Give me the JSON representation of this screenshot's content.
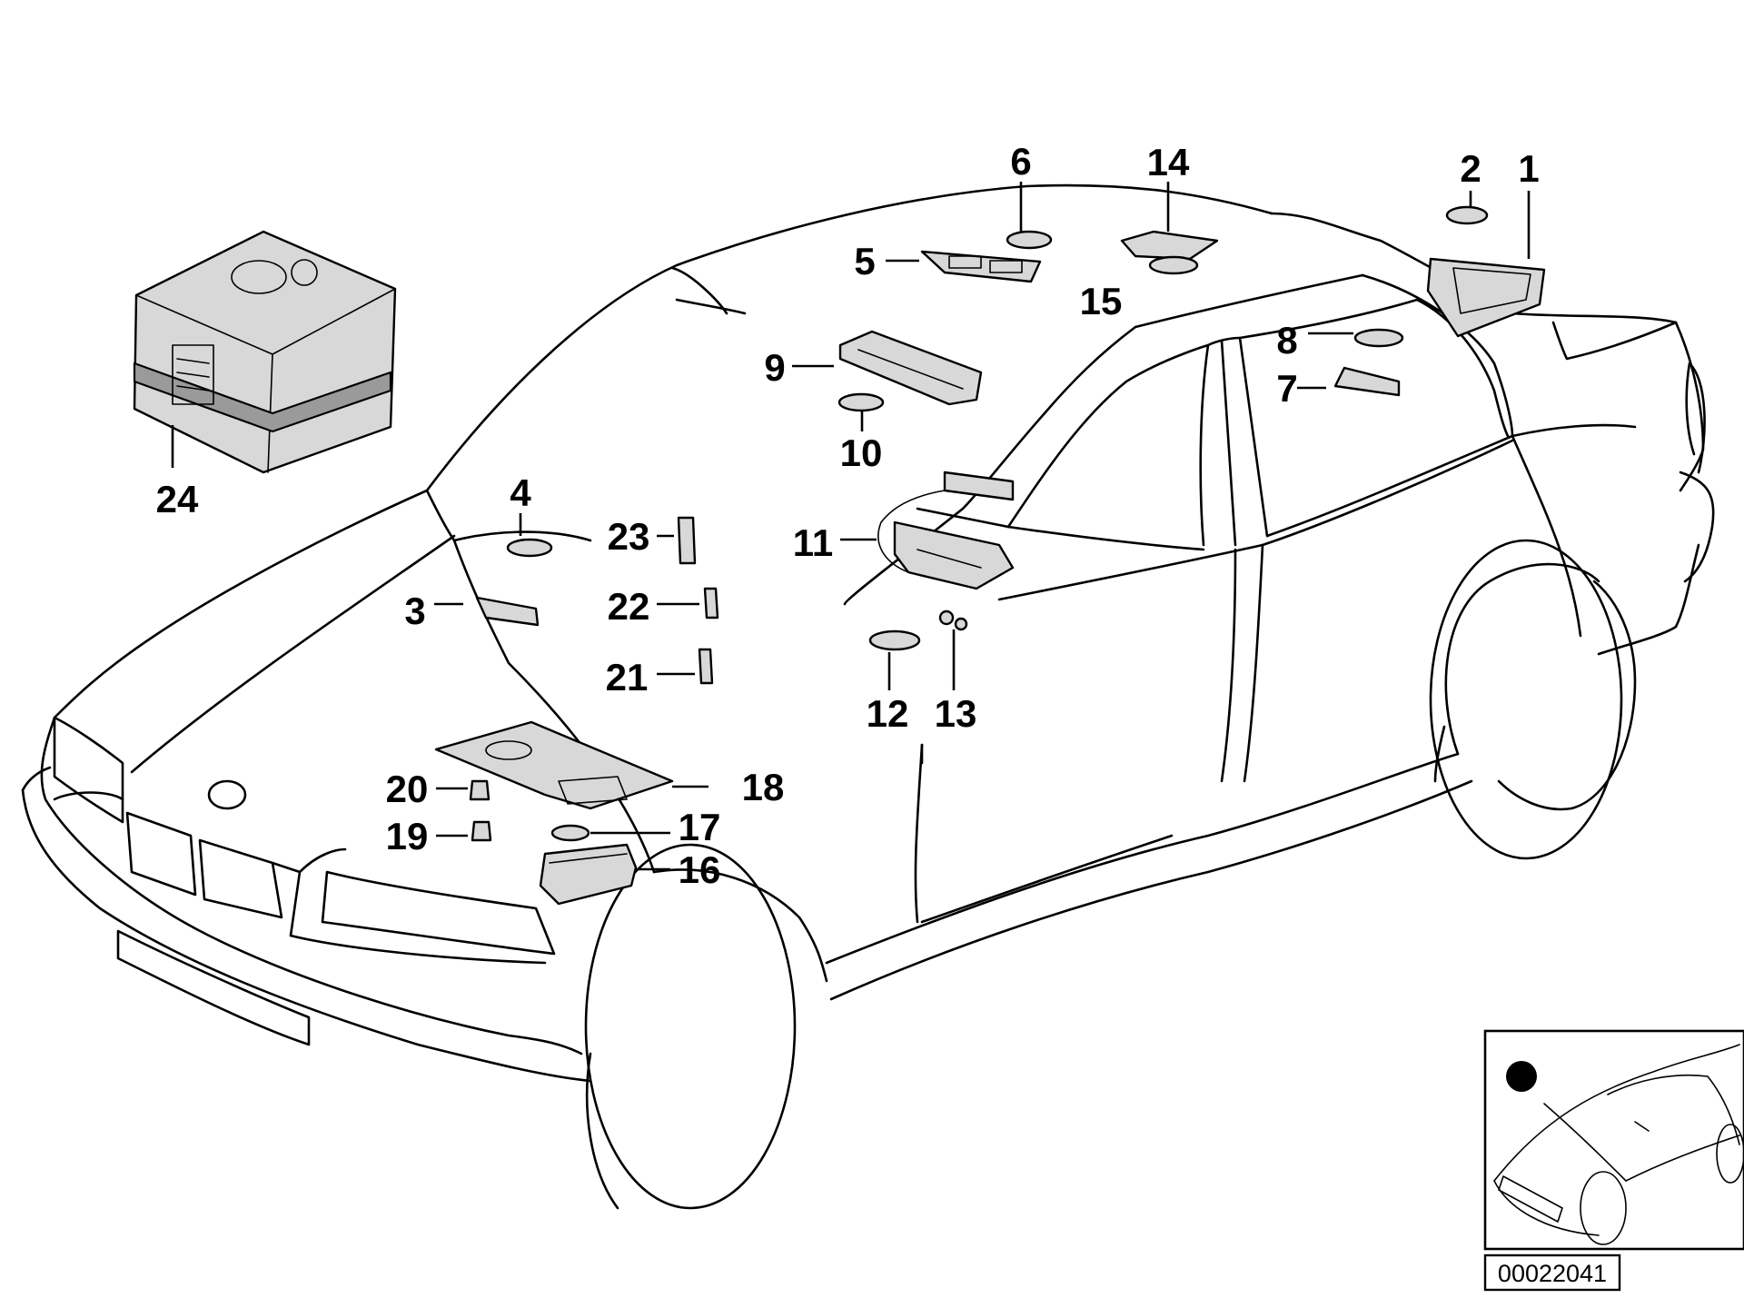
{
  "diagram": {
    "callouts": [
      "1",
      "2",
      "3",
      "4",
      "5",
      "6",
      "7",
      "8",
      "9",
      "10",
      "11",
      "12",
      "13",
      "14",
      "15",
      "16",
      "17",
      "18",
      "19",
      "20",
      "21",
      "22",
      "23",
      "24"
    ],
    "reference_number": "00022041",
    "colors": {
      "line": "#000000",
      "part_fill": "#d8d8d8",
      "background": "#ffffff"
    }
  }
}
